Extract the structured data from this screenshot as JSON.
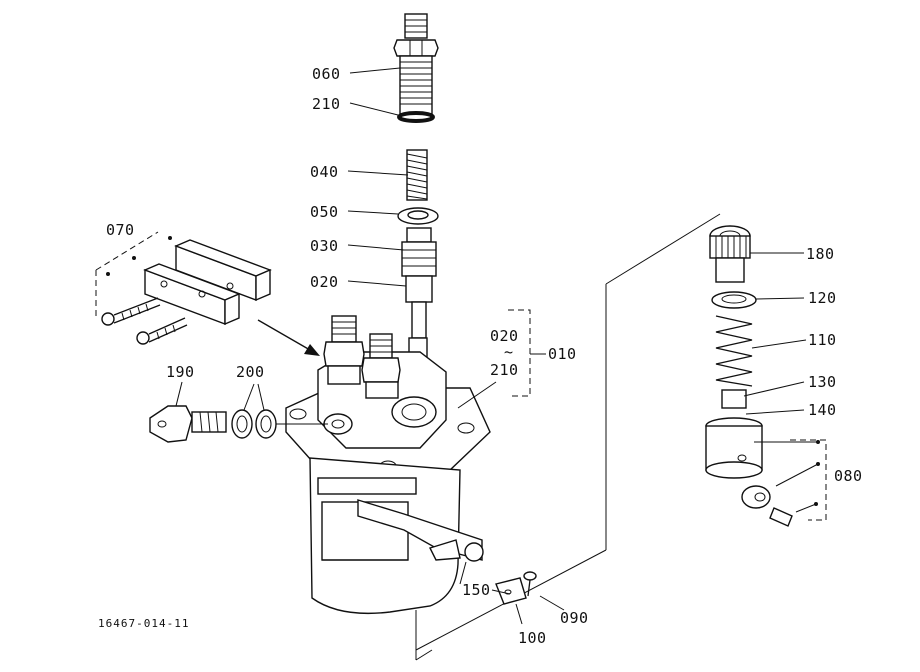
{
  "labels": {
    "p060": "060",
    "p210a": "210",
    "p040": "040",
    "p050": "050",
    "p030": "030",
    "p020a": "020",
    "p070": "070",
    "p020b": "020",
    "p010": "010",
    "p210b": "210",
    "p190": "190",
    "p200": "200",
    "p180": "180",
    "p120": "120",
    "p110": "110",
    "p130": "130",
    "p140": "140",
    "p080": "080",
    "p150": "150",
    "p090": "090",
    "p100": "100",
    "tilde": "~",
    "ref": "16467-014-11"
  }
}
